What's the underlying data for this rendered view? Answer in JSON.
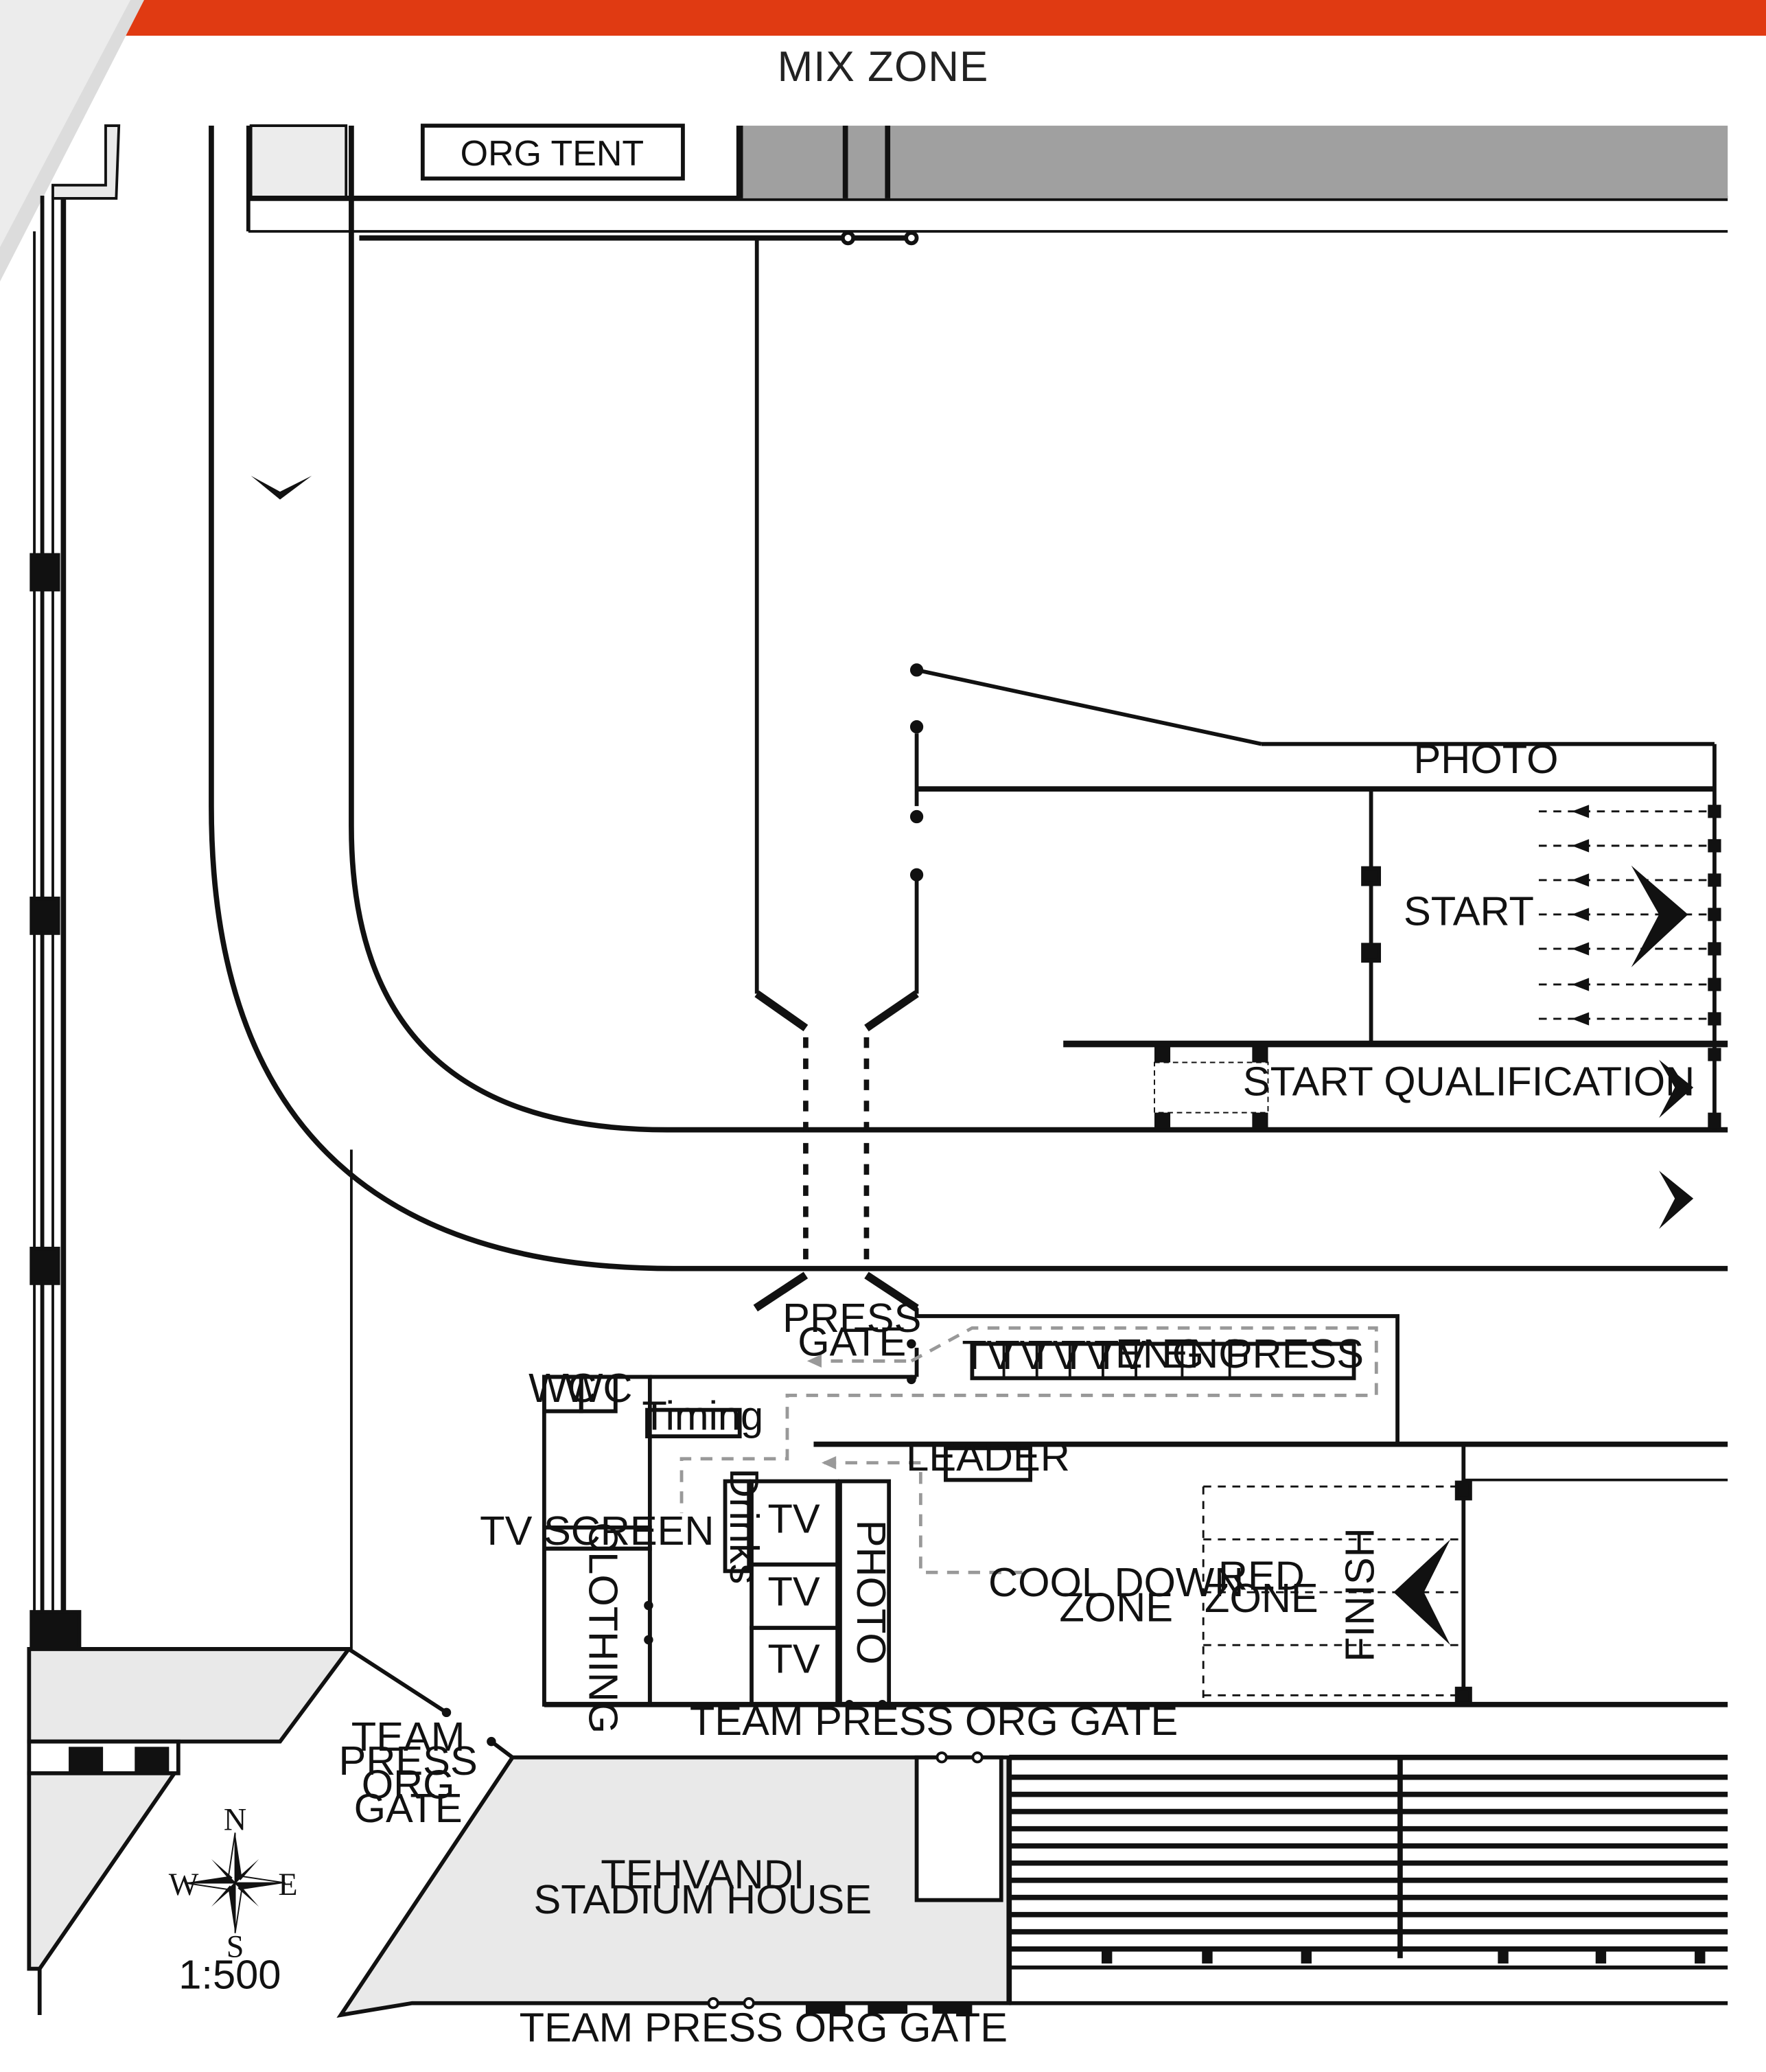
{
  "title": "MIX ZONE",
  "labels": {
    "org_tent": "ORG TENT",
    "photo_top": "PHOTO",
    "start": "START",
    "start_qualification": "START QUALIFICATION",
    "press_gate_1": "PRESS",
    "press_gate_2": "GATE",
    "tv": "TV",
    "eng": "ENG",
    "press": "PRESS",
    "wc": "WC",
    "timing": "Timing",
    "leader": "LEADER",
    "tv_screen": "TV SCREEN",
    "drinks": "Drinks",
    "clothing": "CLOTHING",
    "photo_vertical": "PHOTO",
    "cool_down_1": "COOL DOWN",
    "cool_down_2": "ZONE",
    "red_zone_1": "RED",
    "red_zone_2": "ZONE",
    "finish": "FINISH",
    "team_press_org_gate": "TEAM PRESS ORG GATE",
    "team_press_org_gate_left": [
      "TEAM",
      "PRESS",
      "ORG",
      "GATE"
    ],
    "stadium_1": "TEHVANDI",
    "stadium_2": "STADIUM HOUSE",
    "team_press_org_gate_bottom": "TEAM PRESS ORG GATE",
    "scale": "1:500",
    "compass": {
      "n": "N",
      "s": "S",
      "e": "E",
      "w": "W"
    }
  },
  "colors": {
    "brand_bar": "#e03a12",
    "building_fill": "#e9e9e9",
    "roof_fill": "#a0a0a0",
    "line": "#111111",
    "dashed_route": "#999999"
  }
}
